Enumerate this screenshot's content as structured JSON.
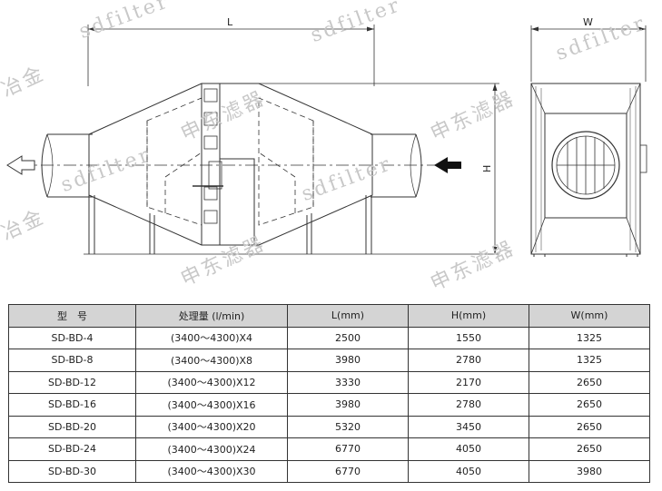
{
  "drawing": {
    "dim_length": "L",
    "dim_height": "H",
    "dim_width": "W"
  },
  "watermarks": {
    "latin": "sdfilter",
    "chinese": "申东滤器",
    "chinese_partial": "冶金"
  },
  "table": {
    "headers": [
      "型　号",
      "处理量 (l/min)",
      "L(mm)",
      "H(mm)",
      "W(mm)"
    ],
    "rows": [
      [
        "SD-BD-4",
        "(3400～4300)X4",
        "2500",
        "1550",
        "1325"
      ],
      [
        "SD-BD-8",
        "(3400～4300)X8",
        "3980",
        "2780",
        "1325"
      ],
      [
        "SD-BD-12",
        "(3400～4300)X12",
        "3330",
        "2170",
        "2650"
      ],
      [
        "SD-BD-16",
        "(3400～4300)X16",
        "3980",
        "2780",
        "2650"
      ],
      [
        "SD-BD-20",
        "(3400～4300)X20",
        "5320",
        "3450",
        "2650"
      ],
      [
        "SD-BD-24",
        "(3400～4300)X24",
        "6770",
        "4050",
        "2650"
      ],
      [
        "SD-BD-30",
        "(3400～4300)X30",
        "6770",
        "4050",
        "3980"
      ]
    ]
  }
}
